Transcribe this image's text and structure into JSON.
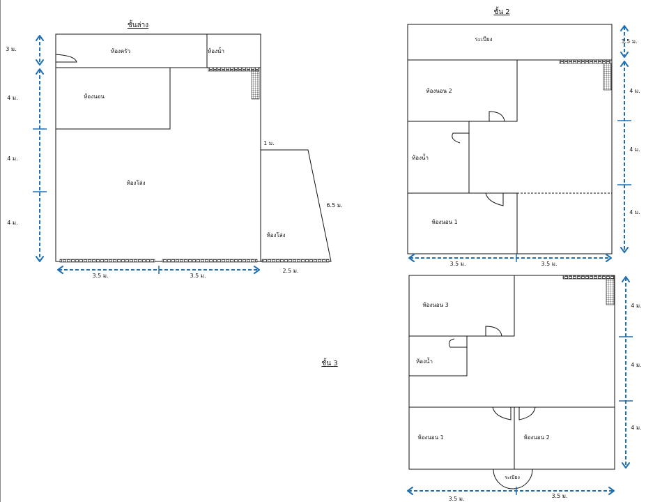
{
  "floors": {
    "ground": {
      "title": "ชั้นล่าง",
      "rooms": {
        "kitchen": "ห้องครัว",
        "bathroom": "ห้องน้ำ",
        "bedroom": "ห้องนอน",
        "living": "ห้องโล่ง",
        "annex": "ห้องโล่ง"
      },
      "dims": {
        "left_1": "3 ม.",
        "left_2": "4 ม.",
        "left_3": "4 ม.",
        "left_4": "4 ม.",
        "bottom_1": "3.5 ม.",
        "bottom_2": "3.5 ม.",
        "annex_top": "1 ม.",
        "annex_side": "6.5 ม.",
        "annex_bottom": "2.5 ม."
      }
    },
    "second": {
      "title": "ชั้น 2",
      "rooms": {
        "balcony": "ระเบียง",
        "bedroom_2": "ห้องนอน 2",
        "bathroom": "ห้องน้ำ",
        "bedroom_1": "ห้องนอน 1"
      },
      "dims": {
        "right_1": "3.5 ม.",
        "right_2": "4 ม.",
        "right_3": "4 ม.",
        "right_4": "4 ม.",
        "bottom_1": "3.5 ม.",
        "bottom_2": "3.5 ม."
      }
    },
    "third": {
      "title": "ชั้น 3",
      "rooms": {
        "bedroom_3": "ห้องนอน 3",
        "bathroom": "ห้องน้ำ",
        "bedroom_1": "ห้องนอน 1",
        "bedroom_2": "ห้องนอน 2",
        "balcony": "ระเบียง"
      },
      "dims": {
        "right_1": "4 ม.",
        "right_2": "4 ม.",
        "right_3": "4 ม.",
        "bottom_1": "3.5 ม.",
        "bottom_2": "3.5 ม."
      }
    }
  }
}
